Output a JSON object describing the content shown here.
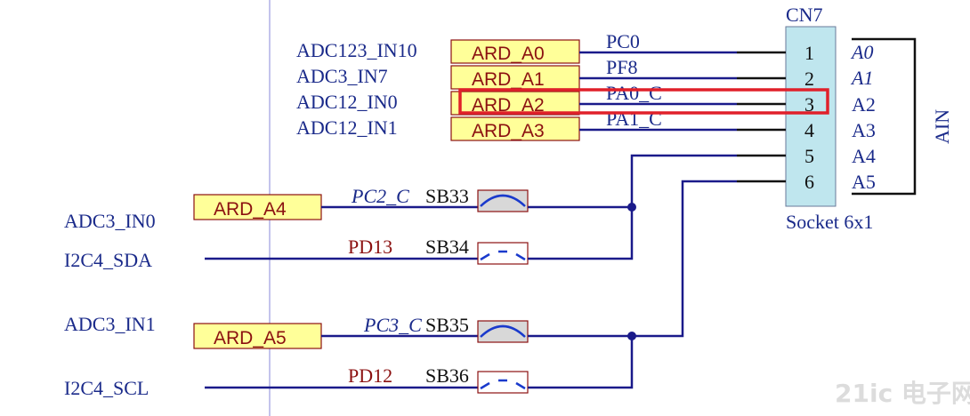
{
  "connector": {
    "ref": "CN7",
    "value": "Socket 6x1",
    "pins": [
      "1",
      "2",
      "3",
      "4",
      "5",
      "6"
    ],
    "pin_names": [
      "A0",
      "A1",
      "A2",
      "A3",
      "A4",
      "A5"
    ],
    "bus_label": "AIN"
  },
  "ard_labels": [
    "ARD_A0",
    "ARD_A1",
    "ARD_A2",
    "ARD_A3",
    "ARD_A4",
    "ARD_A5"
  ],
  "adc_labels_top": [
    "ADC123_IN10",
    "ADC3_IN7",
    "ADC12_IN0",
    "ADC12_IN1"
  ],
  "nets_top": [
    "PC0",
    "PF8",
    "PA0_C",
    "PA1_C"
  ],
  "left_labels": [
    "ADC3_IN0",
    "I2C4_SDA",
    "ADC3_IN1",
    "I2C4_SCL"
  ],
  "bridges": [
    "SB33",
    "SB34",
    "SB35",
    "SB36"
  ],
  "bridge_nets": [
    "PC2_C",
    "PD13",
    "PC3_C",
    "PD12"
  ],
  "highlight_color": "#e0202a",
  "watermark": "21ic 电子网"
}
